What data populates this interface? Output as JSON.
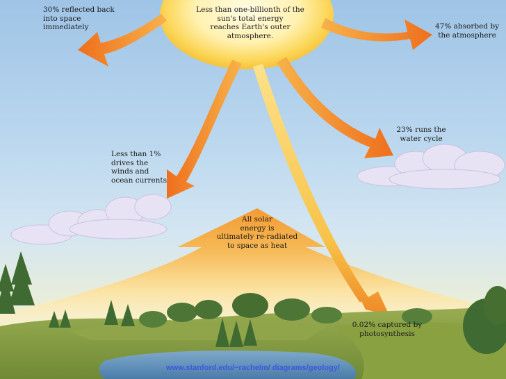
{
  "sun_label": "Less than one-billionth of the\nsun's total energy\nreaches Earth's outer\natmosphere.",
  "reflected_label": "30% reflected back\ninto space\nimmediately",
  "absorbed_label": "47% absorbed by\nthe atmosphere",
  "water_cycle_label": "23% runs the\nwater cycle",
  "winds_label": "Less than 1%\ndrives the\nwinds and\nocean currents",
  "reradiated_label": "All solar\nenergy is\nultimately re-radiated\nto space as heat",
  "photosynthesis_label": "0.02% captured by\nphotosynthesis",
  "source_url": "www.stanford.edu/~rachelm/ diagrams/geology/",
  "colors": {
    "sky_top": "#9fc4e6",
    "sun_core": "#fff6c8",
    "sun_edge": "#f7c93e",
    "arrow_orange": "#ee7d22",
    "arrow_yellow": "#f4c64c",
    "cloud": "#e6e1f3",
    "land": "#7e9a3e",
    "water": "#5d8fb8"
  }
}
